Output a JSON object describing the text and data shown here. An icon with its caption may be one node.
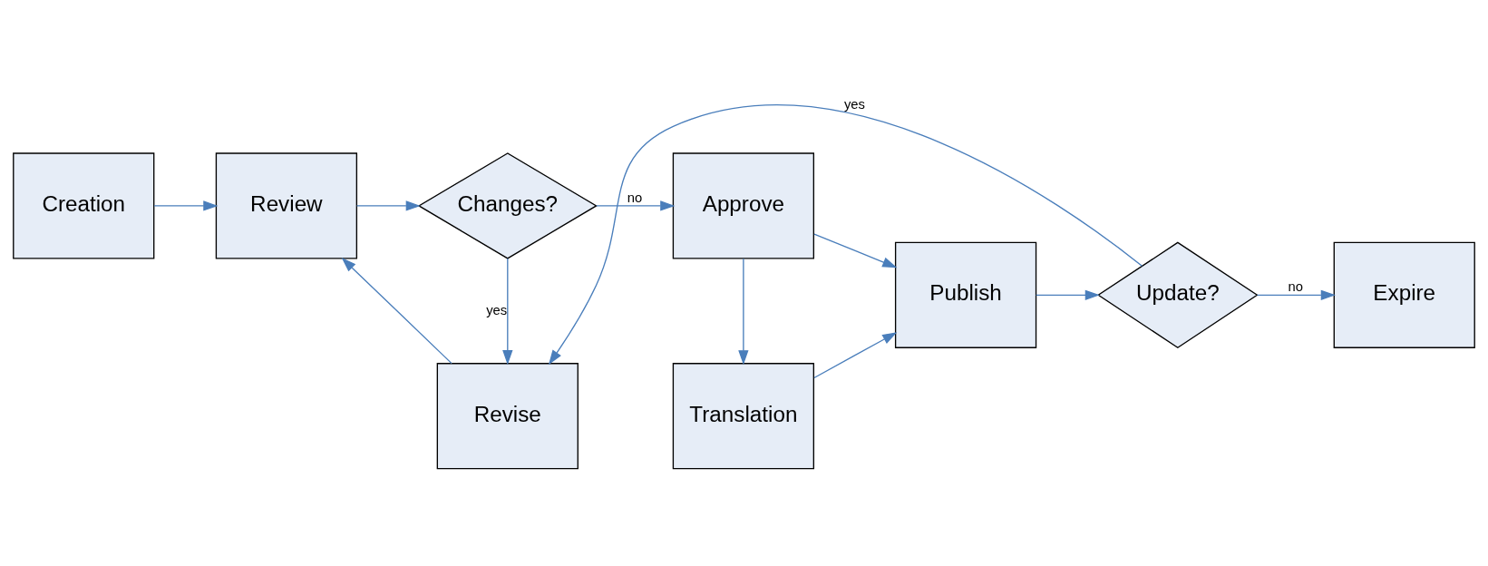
{
  "diagram": {
    "nodes": [
      {
        "text": [
          "Revise"
        ]
      },
      {
        "text": [
          "Creation"
        ]
      },
      {
        "text": [
          "Review"
        ]
      },
      {
        "text": [
          "Changes?"
        ]
      },
      {
        "text": [
          "Approve"
        ]
      },
      {
        "text": [
          "Publish"
        ]
      },
      {
        "text": [
          "Update?"
        ]
      },
      {
        "text": [
          "Expire"
        ]
      },
      {
        "text": [
          "Translation"
        ]
      }
    ],
    "edges": [
      {
        "from": 1,
        "to": 2,
        "arrow": "to"
      },
      {
        "from": 2,
        "to": 3,
        "arrow": "to"
      },
      {
        "from": 3,
        "to": 0,
        "arrow": "to",
        "label": "yes"
      },
      {
        "from": 3,
        "to": 4,
        "arrow": "to",
        "label": "no"
      },
      {
        "from": 0,
        "to": 2,
        "arrow": "to"
      },
      {
        "from": 4,
        "to": 5,
        "arrow": "to"
      },
      {
        "from": 4,
        "to": 8,
        "arrow": "to"
      },
      {
        "from": 8,
        "to": 5,
        "arrow": "to"
      },
      {
        "from": 5,
        "to": 6,
        "arrow": "to"
      },
      {
        "from": 6,
        "to": 0,
        "arrow": "to",
        "label": "yes"
      },
      {
        "from": 6,
        "to": 7,
        "arrow": "to",
        "label": "no"
      }
    ]
  }
}
